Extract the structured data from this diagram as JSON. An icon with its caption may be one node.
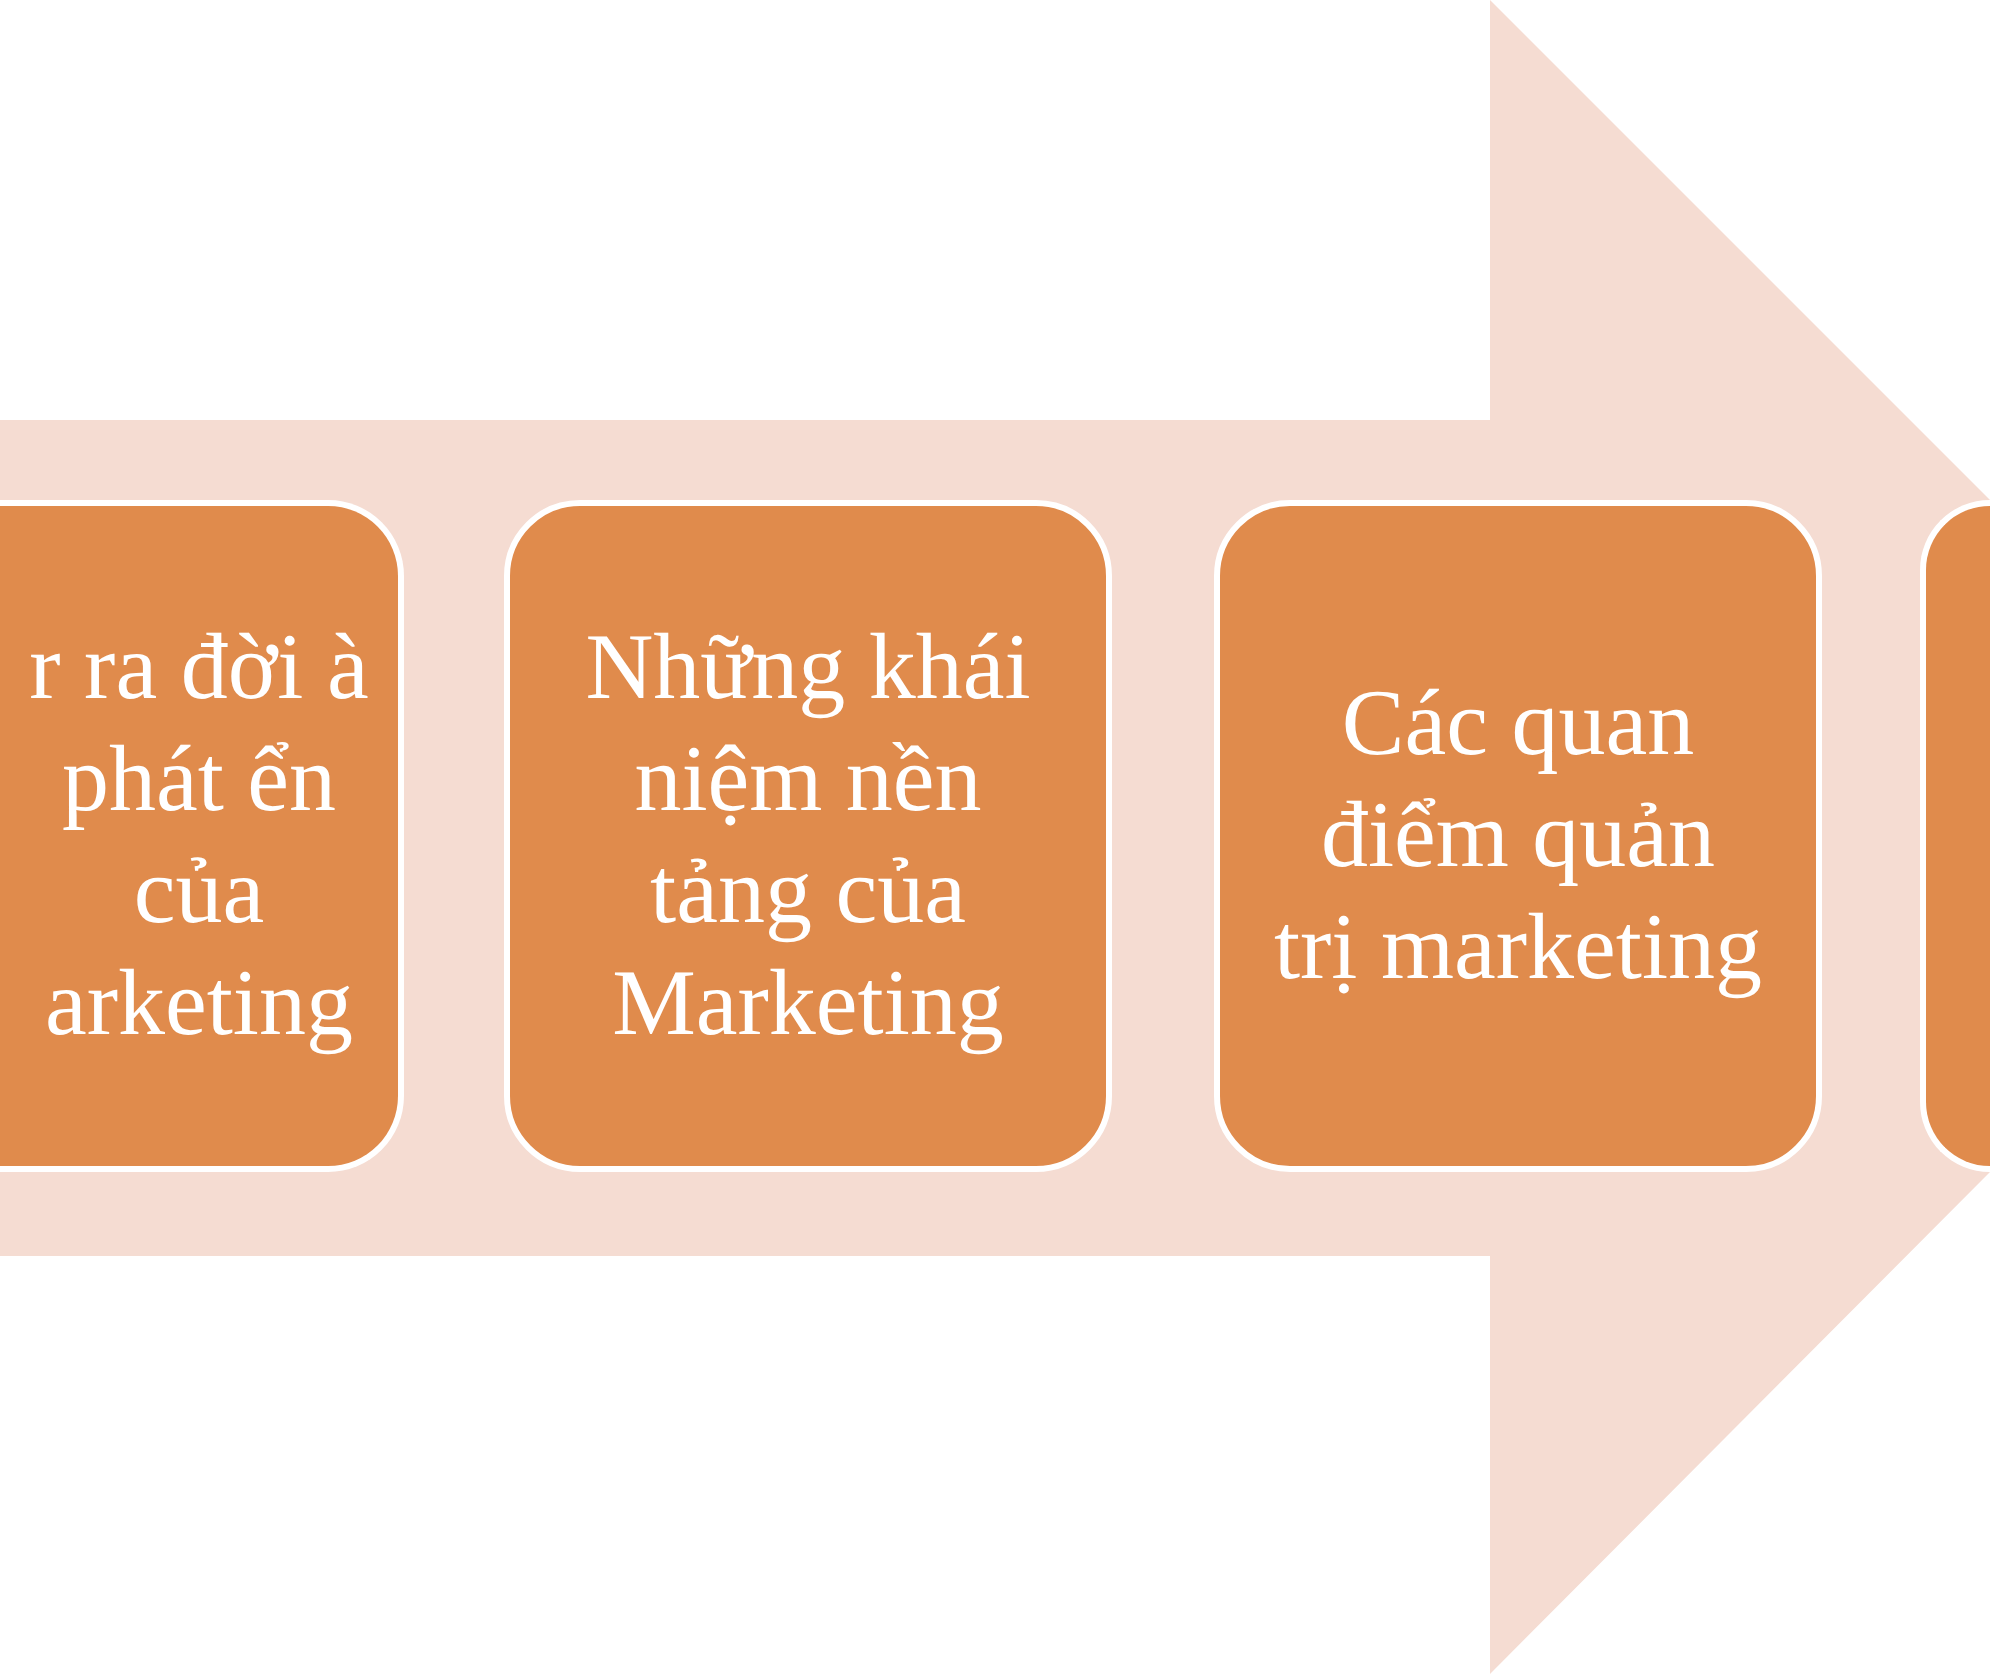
{
  "diagram": {
    "nodes": [
      {
        "text": [],
        "shape": "arrow"
      },
      {
        "text": [
          "r ra đời à phát ển của arketing"
        ],
        "in": 0
      },
      {
        "text": [
          "Những khái niệm nền tảng của Marketing"
        ],
        "in": 0
      },
      {
        "text": [
          "Các quan điểm quản trị marketing"
        ],
        "in": 0
      },
      {
        "text": [],
        "shape": "box",
        "in": 0
      }
    ]
  }
}
